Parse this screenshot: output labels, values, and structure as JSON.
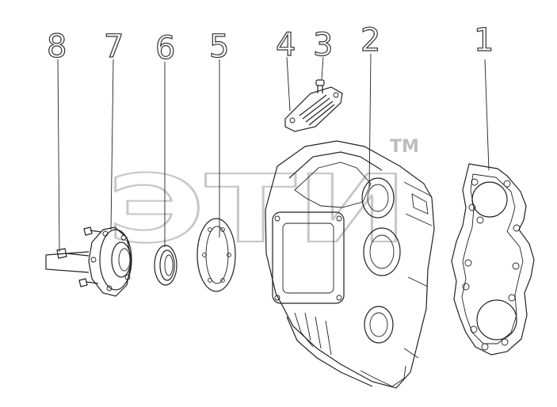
{
  "watermark": {
    "text": "ЭТИ",
    "trademark": "TM"
  },
  "callouts": [
    {
      "id": "c1",
      "label": "1"
    },
    {
      "id": "c2",
      "label": "2"
    },
    {
      "id": "c3",
      "label": "3"
    },
    {
      "id": "c4",
      "label": "4"
    },
    {
      "id": "c5",
      "label": "5"
    },
    {
      "id": "c6",
      "label": "6"
    },
    {
      "id": "c7",
      "label": "7"
    },
    {
      "id": "c8",
      "label": "8"
    }
  ]
}
